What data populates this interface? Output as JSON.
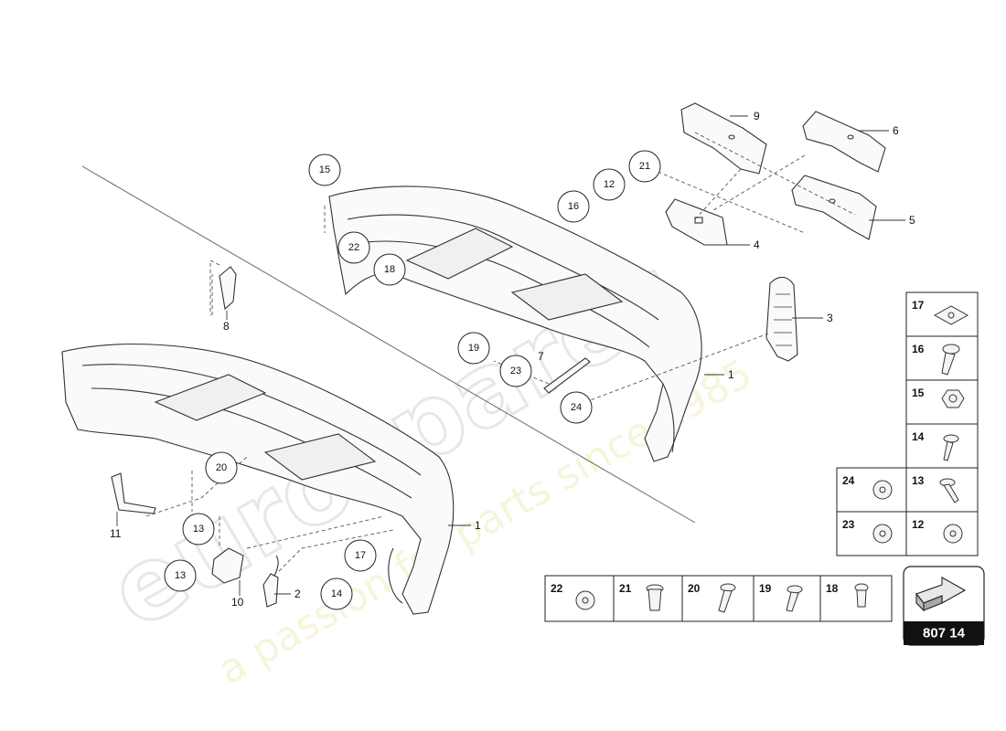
{
  "watermark": {
    "brand": "eurospares",
    "tagline": "a passion for parts since 1985"
  },
  "callouts": {
    "c15": "15",
    "c22": "22",
    "c18": "18",
    "c16": "16",
    "c12": "12",
    "c21": "21",
    "c19": "19",
    "c23": "23",
    "c24": "24",
    "c20": "20",
    "c13a": "13",
    "c13b": "13",
    "c17": "17",
    "c14": "14"
  },
  "labels": {
    "l9": "9",
    "l6": "6",
    "l5": "5",
    "l4": "4",
    "l3": "3",
    "l1a": "1",
    "l7": "7",
    "l8": "8",
    "l11": "11",
    "l1b": "1",
    "l10": "10",
    "l2": "2"
  },
  "hardware_right": [
    {
      "id": "17",
      "icon": "clip-nut-icon"
    },
    {
      "id": "16",
      "icon": "bolt-icon"
    },
    {
      "id": "15",
      "icon": "hex-nut-icon"
    },
    {
      "id": "14",
      "icon": "screw-icon"
    },
    {
      "id": "24",
      "icon": "washer-icon"
    },
    {
      "id": "13",
      "icon": "screw-icon"
    },
    {
      "id": "23",
      "icon": "washer-icon"
    },
    {
      "id": "12",
      "icon": "washer-icon"
    }
  ],
  "hardware_bottom": [
    {
      "id": "22",
      "icon": "washer-icon"
    },
    {
      "id": "21",
      "icon": "rivet-nut-icon"
    },
    {
      "id": "20",
      "icon": "bolt-icon"
    },
    {
      "id": "19",
      "icon": "screw-icon"
    },
    {
      "id": "18",
      "icon": "bolt-icon"
    }
  ],
  "reference": {
    "code": "807 14",
    "icon": "direction-arrow-icon"
  }
}
